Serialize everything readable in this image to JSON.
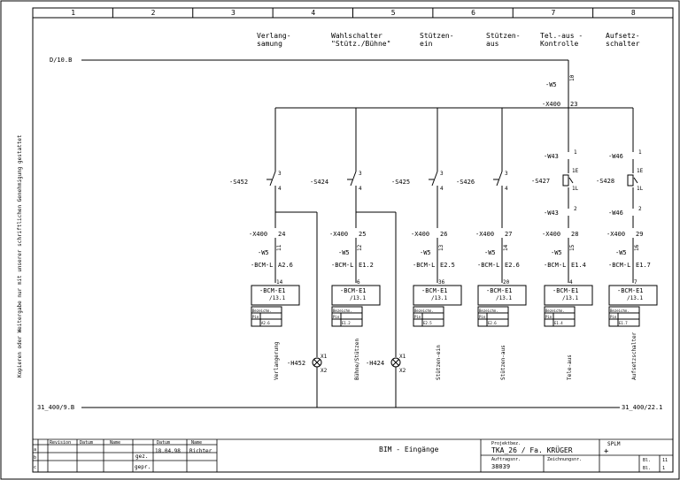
{
  "side_note": "Kopieren oder Weitergabe nur mit unserer schriftlichen Genehmigung gestattet",
  "columns": [
    "1",
    "2",
    "3",
    "4",
    "5",
    "6",
    "7",
    "8"
  ],
  "headers": [
    {
      "l1": "Verlang-",
      "l2": "samung"
    },
    {
      "l1": "Wahlschalter",
      "l2": "\"Stütz./Bühne\""
    },
    {
      "l1": "Stützen-",
      "l2": "ein"
    },
    {
      "l1": "Stützen-",
      "l2": "aus"
    },
    {
      "l1": "Tel.-aus -",
      "l2": "Kontrolle"
    },
    {
      "l1": "Aufsetz-",
      "l2": "schalter"
    }
  ],
  "top_ref": "D/10.B",
  "bottom_left_ref": "31_400/9.B",
  "bottom_right_ref": "31_400/22.1",
  "top_feed": {
    "w": "-W5",
    "pin": "10",
    "x": "-X400",
    "xpin": "23"
  },
  "branches": [
    {
      "sw": "-S452",
      "p1": "3",
      "p2": "4",
      "xt": "-X400",
      "xp": "24",
      "w": "-W5",
      "wp": "11",
      "bcm": "-BCM-L",
      "ref": "A2.6",
      "pin": "14",
      "box1": "-BCM-E1",
      "box2": "/13.1",
      "r1": "Bezeichn.",
      "r2": "Pin",
      "r3": "A2.6",
      "vert": "Verlangerung",
      "lamp": "-H452",
      "x1": "X1",
      "x2": "X2"
    },
    {
      "sw": "-S424",
      "p1": "3",
      "p2": "4",
      "xt": "-X400",
      "xp": "25",
      "w": "-W5",
      "wp": "12",
      "bcm": "-BCM-L",
      "ref": "E1.2",
      "pin": "6",
      "box1": "-BCM-E1",
      "box2": "/13.1",
      "r1": "Bezeichn.",
      "r2": "Pin",
      "r3": "E1.2",
      "vert": "Bühne/Stützen",
      "lamp": "-H424",
      "x1": "X1",
      "x2": "X2"
    },
    {
      "sw": "-S425",
      "p1": "3",
      "p2": "4",
      "xt": "-X400",
      "xp": "26",
      "w": "-W5",
      "wp": "13",
      "bcm": "-BCM-L",
      "ref": "E2.5",
      "pin": "36",
      "box1": "-BCM-E1",
      "box2": "/13.1",
      "r1": "Bezeichn.",
      "r2": "Pin",
      "r3": "E2.5",
      "vert": "Stützen-ein"
    },
    {
      "sw": "-S426",
      "p1": "3",
      "p2": "4",
      "xt": "-X400",
      "xp": "27",
      "w": "-W5",
      "wp": "14",
      "bcm": "-BCM-L",
      "ref": "E2.6",
      "pin": "20",
      "box1": "-BCM-E1",
      "box2": "/13.1",
      "r1": "Bezeichn.",
      "r2": "Pin",
      "r3": "E2.6",
      "vert": "Stützen-aus"
    },
    {
      "sw": "-S427",
      "p1": "1E",
      "p2": "1L",
      "w1": "-W43",
      "w1a": "1",
      "w2": "-W43",
      "w2a": "2",
      "xt": "-X400",
      "xp": "28",
      "w": "-W5",
      "wp": "15",
      "bcm": "-BCM-L",
      "ref": "E1.4",
      "pin": "4",
      "box1": "-BCM-E1",
      "box2": "/13.1",
      "r1": "Bezeichn.",
      "r2": "Pin",
      "r3": "E1.4",
      "vert": "Tele-aus"
    },
    {
      "sw": "-S428",
      "p1": "1E",
      "p2": "1L",
      "w1": "-W46",
      "w1a": "1",
      "w2": "-W46",
      "w2a": "2",
      "xt": "-X400",
      "xp": "29",
      "w": "-W5",
      "wp": "16",
      "bcm": "-BCM-L",
      "ref": "E1.7",
      "pin": "7",
      "box1": "-BCM-E1",
      "box2": "/13.1",
      "r1": "Bezeichn.",
      "r2": "Pin",
      "r3": "E1.7",
      "vert": "Aufsetzschalter"
    }
  ],
  "title_block": {
    "rev_headers": [
      "Revision",
      "Datum",
      "Name"
    ],
    "gez": "gez.",
    "gepr": "gepr.",
    "datum_h": "Datum",
    "name_h": "Name",
    "datum": "18.04.98",
    "name": "Richter",
    "rows": [
      "a",
      "b",
      "c"
    ],
    "title": "BIM - Eingänge",
    "proj_h": "Projektbez.",
    "proj": "TKA_26 / Fa. KRÜGER",
    "auftr_h": "Auftragsnr.",
    "auftr": "38039",
    "zeich_h": "Zeichnungsnr.",
    "logo": "SPLM",
    "plus": "+",
    "blatt_h": "Bl.",
    "blatt": "11",
    "bl_h": "Bl.",
    "bl": "1"
  }
}
